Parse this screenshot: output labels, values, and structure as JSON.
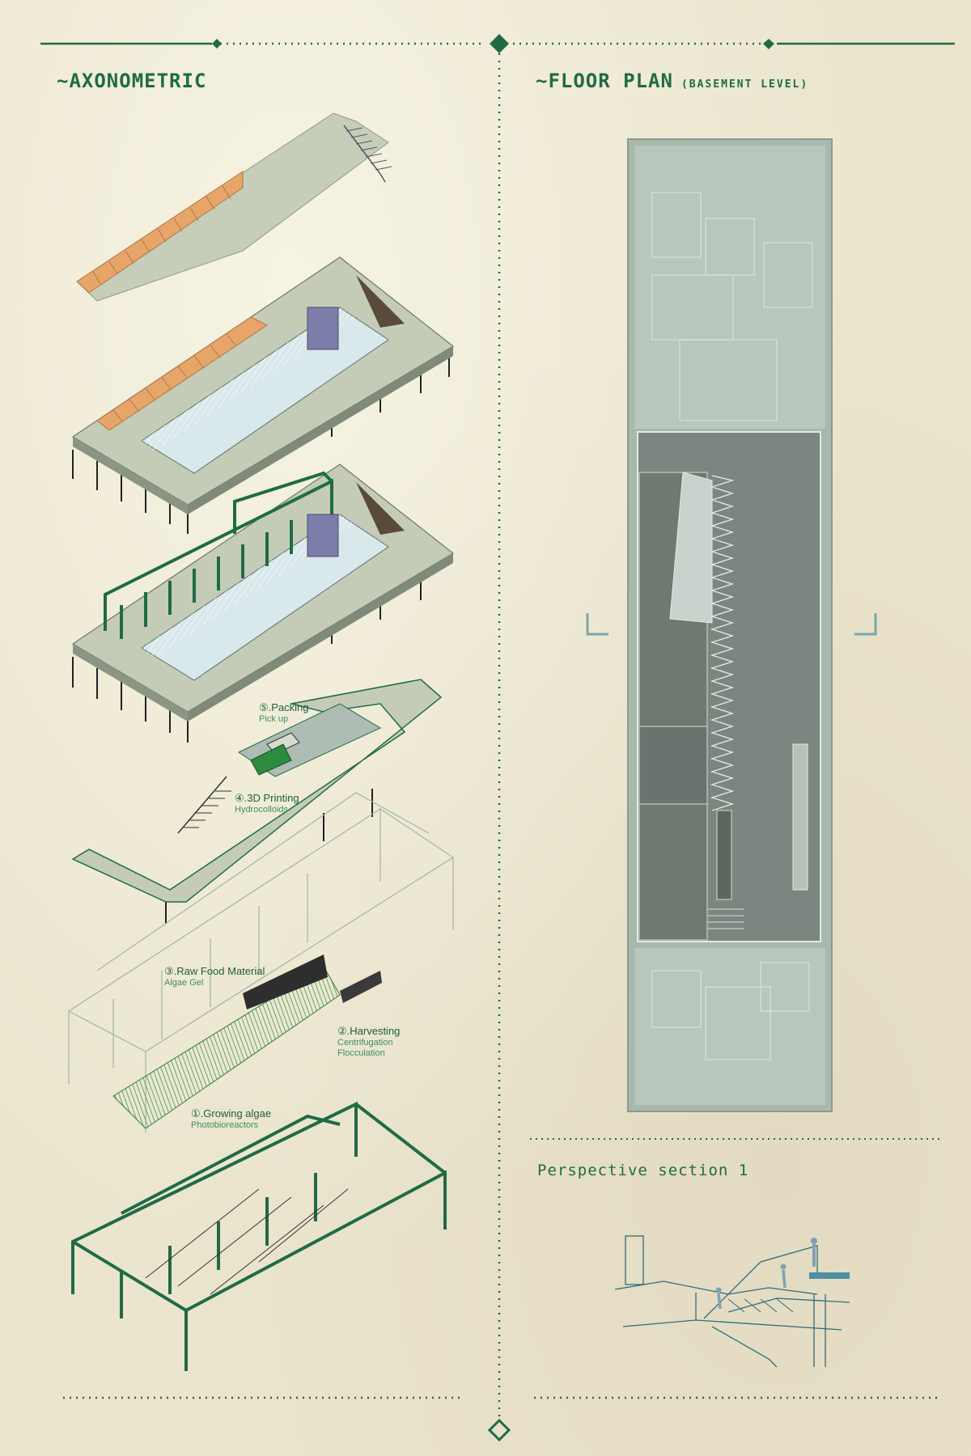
{
  "axonometric": {
    "title": "~AXONOMETRIC"
  },
  "floor_plan": {
    "title": "~FLOOR PLAN",
    "subtitle": "(BASEMENT LEVEL)"
  },
  "perspective": {
    "title": "Perspective section 1"
  },
  "process": [
    {
      "title": "⑤.Packing",
      "subtitle": "Pick up"
    },
    {
      "title": "④.3D Printing",
      "subtitle": "Hydrocolloids"
    },
    {
      "title": "③.Raw Food Material",
      "subtitle": "Algae Gel"
    },
    {
      "title": "②.Harvesting",
      "subtitle": "Centrifugation",
      "subtitle2": "Flocculation"
    },
    {
      "title": "①.Growing algae",
      "subtitle": "Photobioreactors"
    }
  ],
  "colors": {
    "accent": "#1f6b45",
    "paper": "#ebe5cd",
    "slab": "#c9d0bd",
    "orange": "#e8a56a",
    "plan": "#a9b8ad",
    "plan_dark": "#6f7871"
  }
}
